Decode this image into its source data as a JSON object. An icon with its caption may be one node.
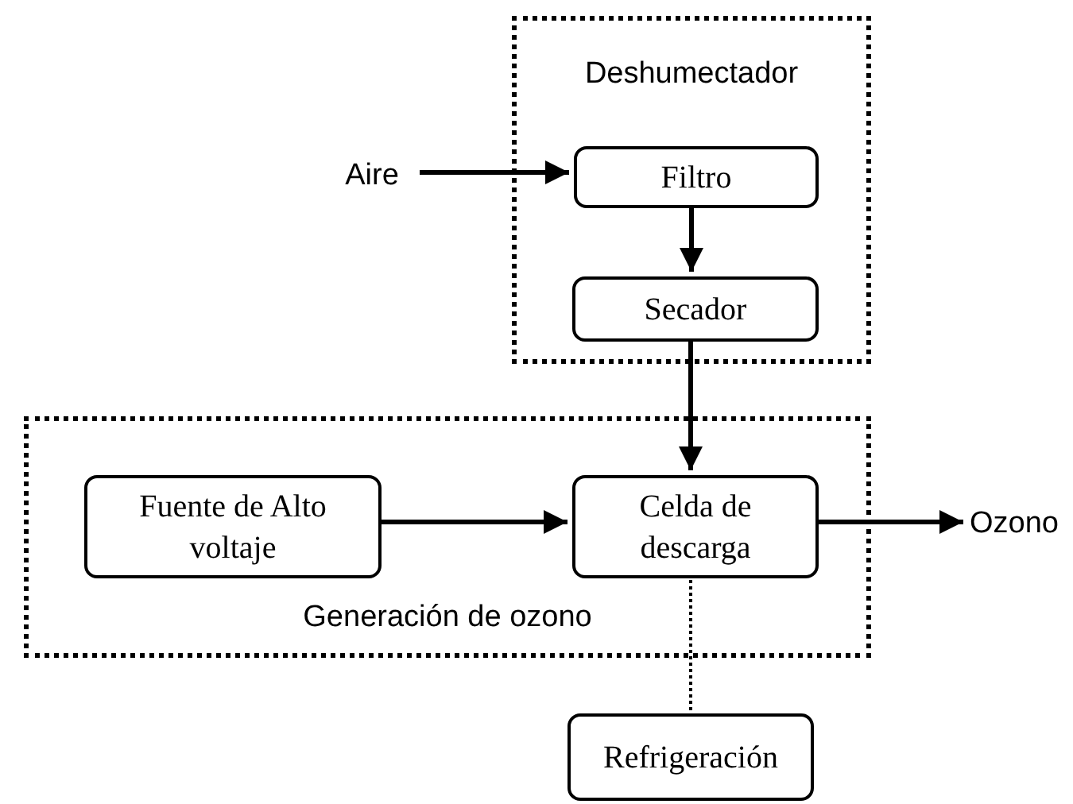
{
  "diagram": {
    "nodes": [
      {
        "text": [
          "Deshumectador"
        ]
      },
      {
        "text": [
          "Filtro"
        ],
        "in": 0
      },
      {
        "text": [
          "Secador"
        ],
        "in": 0
      },
      {
        "text": [
          "Generación de ozono"
        ]
      },
      {
        "text": [
          "Fuente de Alto voltaje"
        ],
        "in": 3
      },
      {
        "text": [
          "Celda de descarga"
        ],
        "in": 3
      },
      {
        "text": [
          "Refrigeración"
        ]
      },
      {
        "text": [
          "Aire"
        ]
      },
      {
        "text": [
          "Ozono"
        ]
      }
    ],
    "edges": [
      {
        "from": 7,
        "to": 1,
        "arrow": "to"
      },
      {
        "from": 1,
        "to": 2,
        "arrow": "to"
      },
      {
        "from": 2,
        "to": 5,
        "arrow": "to"
      },
      {
        "from": 4,
        "to": 5,
        "arrow": "to"
      },
      {
        "from": 5,
        "to": 8,
        "arrow": "to"
      },
      {
        "from": 5,
        "to": 6,
        "arrow": "none",
        "style": "dashed"
      }
    ]
  }
}
